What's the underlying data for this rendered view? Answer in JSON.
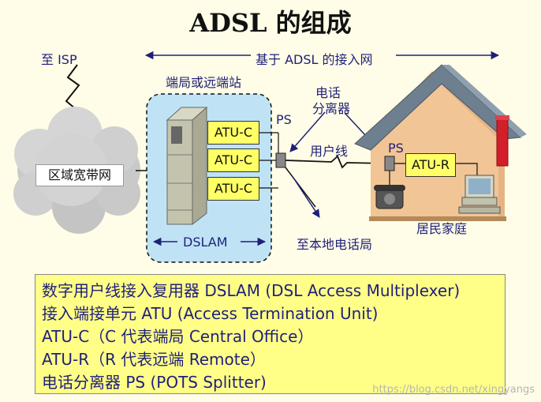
{
  "title": "ADSL 的组成",
  "labels": {
    "to_isp": "至 ISP",
    "adsl_access": "基于 ADSL 的接入网",
    "central_office": "端局或远端站",
    "ps_left": "PS",
    "splitter": [
      "电话",
      "分离器"
    ],
    "user_line": "用户线",
    "ps_right": "PS",
    "broadband": "区域宽带网",
    "dslam": "DSLAM",
    "to_phone_office": "至本地电话局",
    "home": "居民家庭"
  },
  "atu_c": [
    "ATU-C",
    "ATU-C",
    "ATU-C"
  ],
  "atu_r": "ATU-R",
  "legend": [
    "数字用户线接入复用器 DSLAM (DSL Access Multiplexer)",
    "接入端接单元 ATU (Access Termination Unit)",
    "ATU-C（C 代表端局 Central Office）",
    "ATU-R（R 代表远端 Remote）",
    "电话分离器 PS (POTS Splitter)"
  ],
  "watermark": "https://blog.csdn.net/xingyangs"
}
